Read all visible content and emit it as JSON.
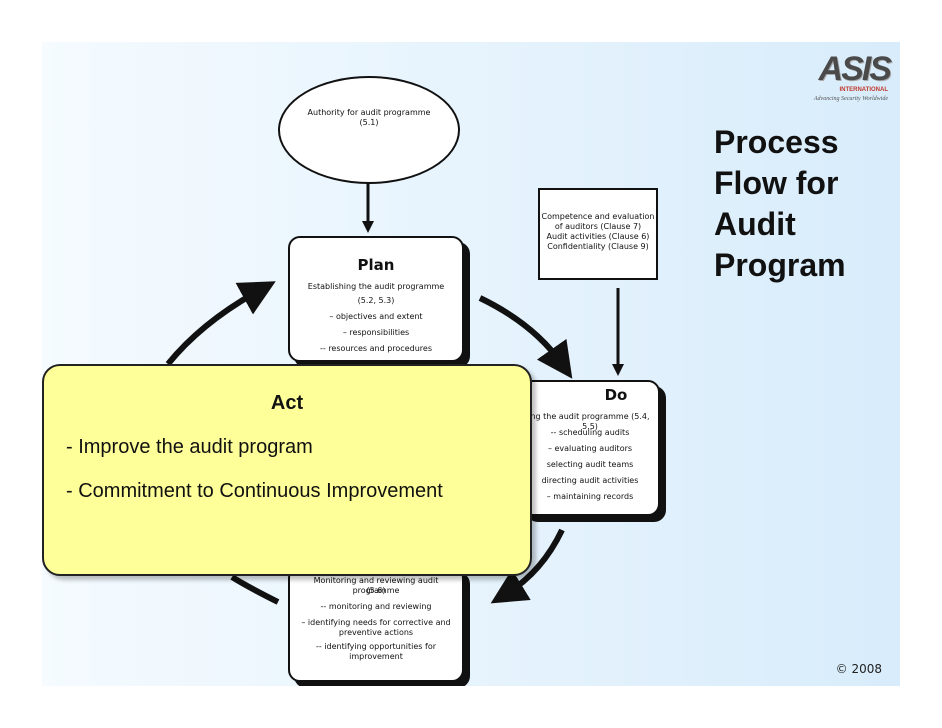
{
  "brand": {
    "logo_text": "ASIS",
    "logo_sub": "INTERNATIONAL",
    "tagline": "Advancing Security Worldwide",
    "copyright": "© 2008"
  },
  "title_lines": [
    "Process",
    "Flow for",
    "Audit",
    "Program"
  ],
  "diagram": {
    "authority": {
      "label": "Authority for audit programme",
      "clause": "(5.1)"
    },
    "competence": {
      "lines": [
        "Competence and evaluation",
        "of auditors (Clause 7)",
        "Audit activities (Clause 6)",
        "Confidentiality (Clause 9)"
      ]
    },
    "plan": {
      "heading": "Plan",
      "lines": [
        "Establishing the audit programme",
        "(5.2, 5.3)",
        "– objectives and extent",
        "– responsibilities",
        "-- resources and procedures"
      ]
    },
    "do": {
      "heading": "Do",
      "lines": [
        "ng the audit programme (5.4, 5.5)",
        "-- scheduling audits",
        "– evaluating auditors",
        "selecting audit teams",
        "directing audit activities",
        "– maintaining records"
      ]
    },
    "check": {
      "lines": [
        "Monitoring and reviewing audit programme",
        "(5.6)",
        "-- monitoring and reviewing",
        "– identifying needs for corrective and",
        "preventive actions",
        "-- identifying opportunities for improvement"
      ]
    },
    "colors": {
      "act_fill": "#ffff99",
      "background": "#d8ecfb"
    }
  },
  "act": {
    "title": "Act",
    "lines": [
      "- Improve the audit program",
      "- Commitment to Continuous Improvement"
    ]
  }
}
